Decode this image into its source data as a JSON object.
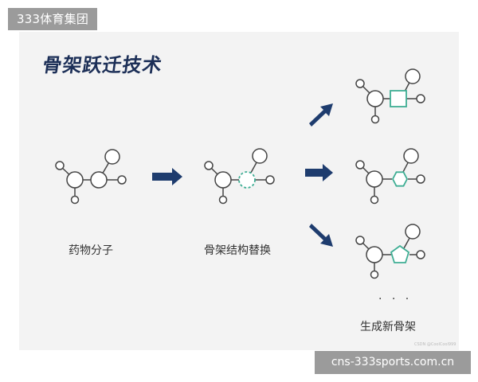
{
  "brand": {
    "badge": "333体育集团"
  },
  "figure": {
    "title": "骨架跃迁技术",
    "labels": {
      "drug": "药物分子",
      "scaffold_hop": "骨架结构替换",
      "new_scaffold": "生成新骨架"
    },
    "ellipsis": "· · ·",
    "watermark": "CSDN @CoolCool999"
  },
  "site": {
    "url": "cns-333sports.com.cn"
  },
  "colors": {
    "title": "#1c2f57",
    "arrow": "#1e3c6e",
    "highlight": "#3fae94",
    "panel": "#f3f3f3",
    "badge": "#9b9b9b"
  }
}
